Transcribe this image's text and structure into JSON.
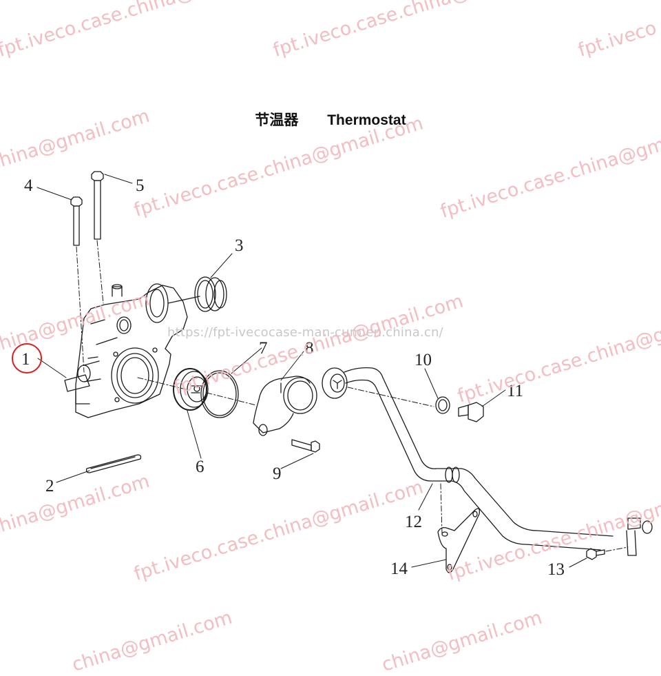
{
  "title": {
    "cn": "节温器",
    "en": "Thermostat"
  },
  "callouts": [
    {
      "id": "1",
      "label": "1",
      "highlighted": true
    },
    {
      "id": "2",
      "label": "2"
    },
    {
      "id": "3",
      "label": "3"
    },
    {
      "id": "4",
      "label": "4"
    },
    {
      "id": "5",
      "label": "5"
    },
    {
      "id": "6",
      "label": "6"
    },
    {
      "id": "7",
      "label": "7"
    },
    {
      "id": "8",
      "label": "8"
    },
    {
      "id": "9",
      "label": "9"
    },
    {
      "id": "10",
      "label": "10"
    },
    {
      "id": "11",
      "label": "11"
    },
    {
      "id": "12",
      "label": "12"
    },
    {
      "id": "13",
      "label": "13"
    },
    {
      "id": "14",
      "label": "14"
    }
  ],
  "highlight_color": "#d81e1e",
  "watermarks": {
    "color": "#f2b6bb",
    "url_text": "https://fpt-ivecocase-man-cum.en.china.cn/",
    "items": [
      {
        "text": "fpt.iveco.case.china@gmail.com"
      },
      {
        "text": "fpt.iveco.case.china@gmail.com"
      },
      {
        "text": "fpt.iveco"
      },
      {
        "text": "china@gmail.com"
      },
      {
        "text": "fpt.iveco.case.china@gmail.com"
      },
      {
        "text": "fpt.iveco.case.china@gm"
      },
      {
        "text": "china@gmail.com"
      },
      {
        "text": "fpt.iveco.case.china@gmail.com"
      },
      {
        "text": "fpt.iveco.case.china@gm"
      },
      {
        "text": "china@gmail.com"
      },
      {
        "text": "fpt.iveco.case.china@gmail.com"
      },
      {
        "text": "fpt.iveco.case.china@gm"
      },
      {
        "text": "china@gmail.com"
      },
      {
        "text": "china@gmail.com"
      }
    ]
  }
}
